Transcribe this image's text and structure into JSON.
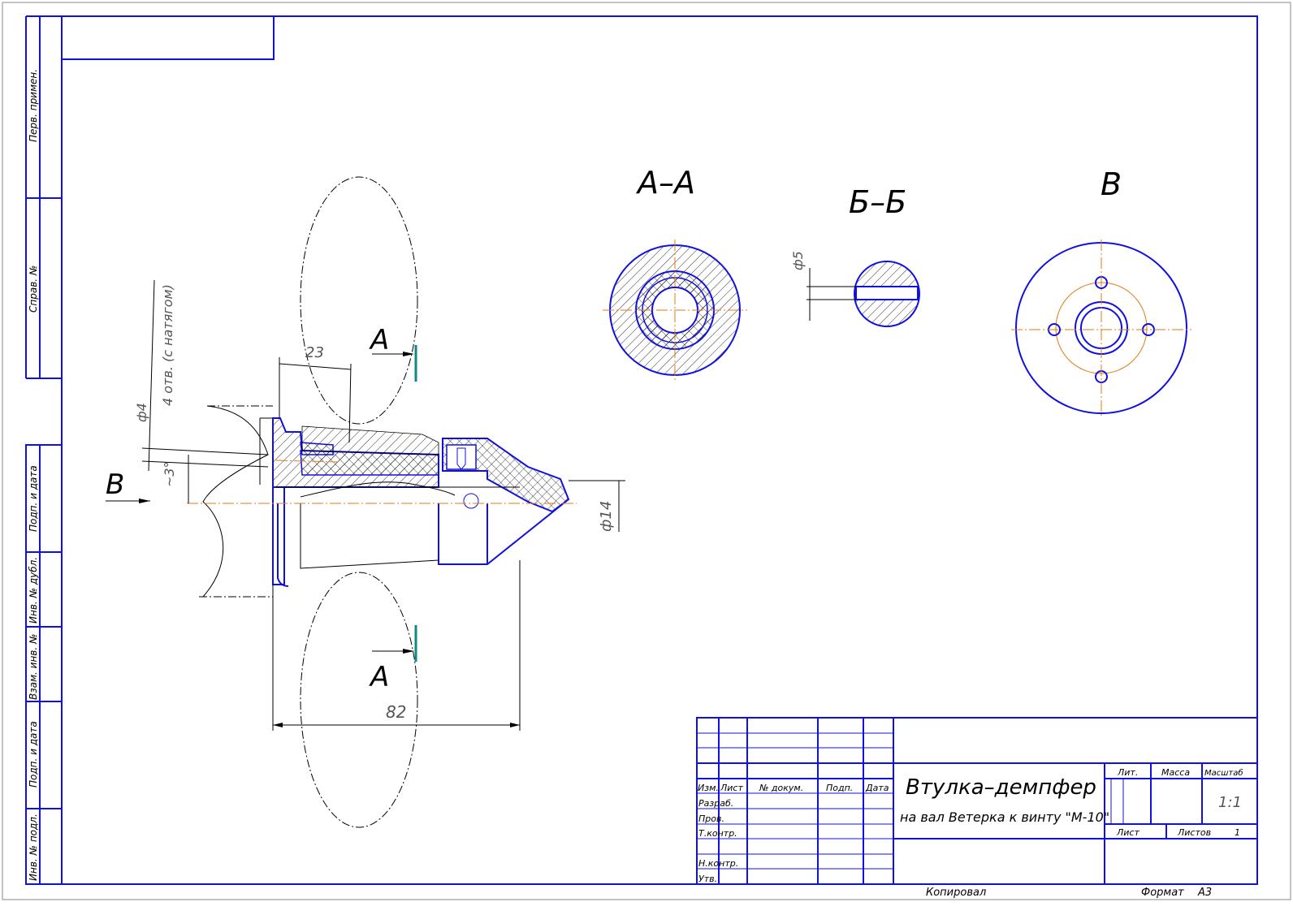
{
  "margin_labels": [
    "Перв. примен.",
    "Справ. №",
    "Подп. и дата",
    "Инв. № дубл.",
    "Взам. инв. №",
    "Подп. и дата",
    "Инв. № подл."
  ],
  "views": {
    "section_a": "А–А",
    "section_b": "Б–Б",
    "view_v": "В"
  },
  "markers": {
    "a_top": "А",
    "a_bottom": "А",
    "v_arrow": "В"
  },
  "dimensions": {
    "d23": "23",
    "d82": "82",
    "d14": "ф14",
    "d4": "ф4",
    "holes": "4 отв. (с натягом)",
    "angle": "~3°",
    "d5": "ф5"
  },
  "title_block": {
    "headers": {
      "izm": "Изм.",
      "list": "Лист",
      "doc": "№ докум.",
      "podp": "Подп.",
      "data": "Дата"
    },
    "roles": [
      "Разраб.",
      "Пров.",
      "Т.контр.",
      "Н.контр.",
      "Утв."
    ],
    "title": "Втулка–демпфер",
    "subtitle": "на вал Ветерка к винту \"М-10\"",
    "lit": "Лит.",
    "massa": "Масса",
    "masshtab": "Масштаб",
    "scale": "1:1",
    "sheet": "Лист",
    "sheets": "Листов",
    "sheets_count": "1"
  },
  "footer": {
    "copied": "Копировал",
    "format_label": "Формат",
    "format": "A3"
  },
  "colors": {
    "frame": "#1010e0",
    "axis": "#e07a10",
    "marker": "#108a80"
  }
}
